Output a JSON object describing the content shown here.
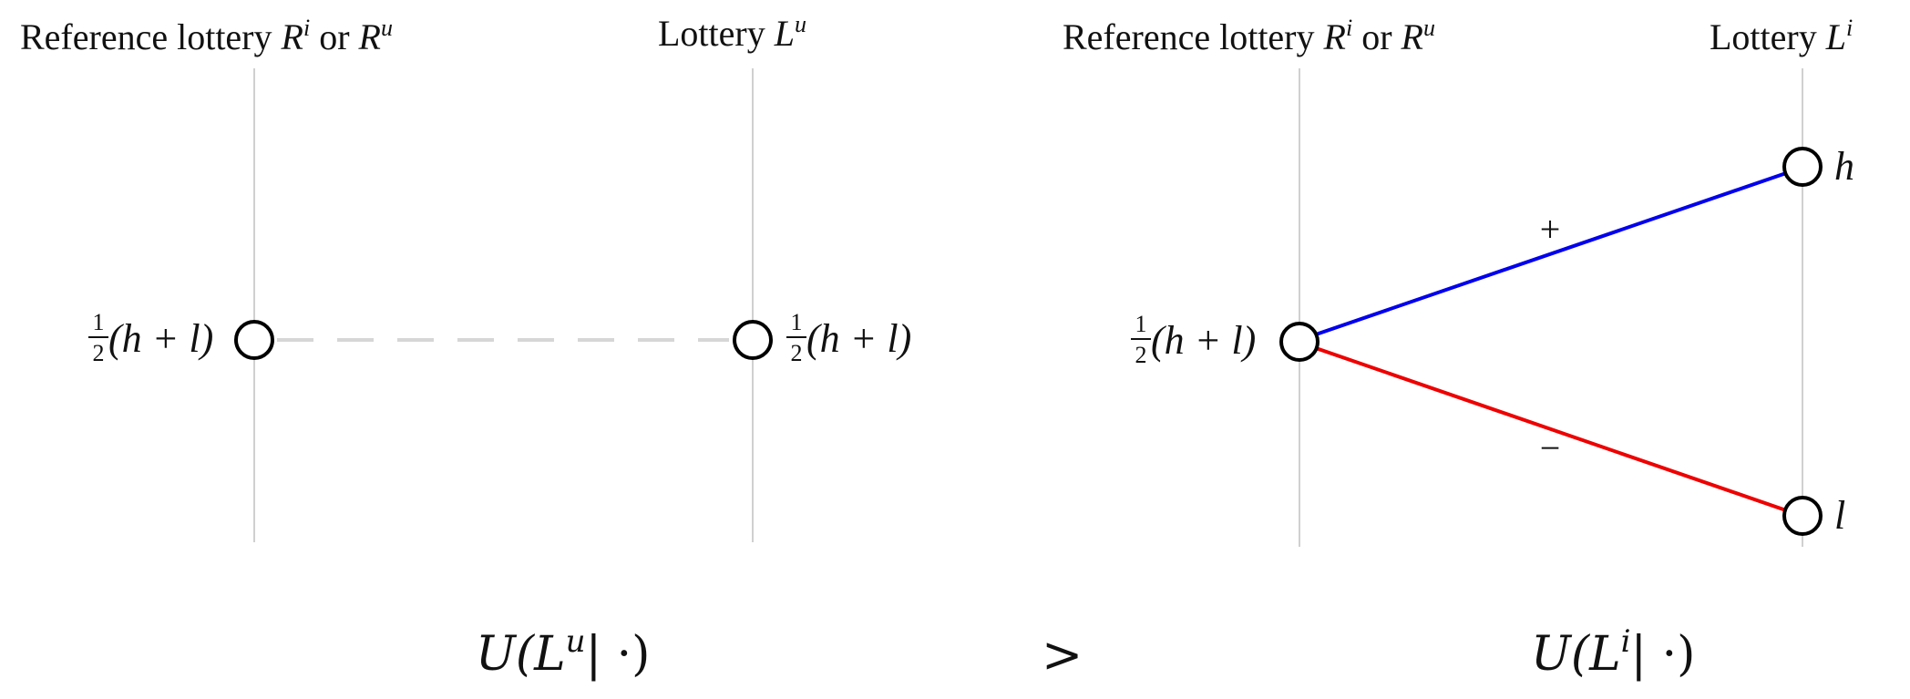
{
  "left_panel": {
    "reference_title": {
      "prefix": "Reference lottery ",
      "r1": "R",
      "r1_sup": "i",
      "or_word": " or ",
      "r2": "R",
      "r2_sup": "u"
    },
    "lottery_title": {
      "prefix": "Lottery ",
      "var": "L",
      "sup": "u"
    },
    "node_label_left": {
      "num": "1",
      "den": "2",
      "expr": "(h + l)"
    },
    "node_label_right": {
      "num": "1",
      "den": "2",
      "expr": "(h + l)"
    },
    "utility": {
      "prefix": "U(",
      "var": "L",
      "sup": "u",
      "suffix": "| ·)"
    }
  },
  "comparison": ">",
  "right_panel": {
    "reference_title": {
      "prefix": "Reference lottery ",
      "r1": "R",
      "r1_sup": "i",
      "or_word": " or ",
      "r2": "R",
      "r2_sup": "u"
    },
    "lottery_title": {
      "prefix": "Lottery ",
      "var": "L",
      "sup": "i"
    },
    "node_label_ref": {
      "num": "1",
      "den": "2",
      "expr": "(h + l)"
    },
    "outcome_high": "h",
    "outcome_low": "l",
    "gain_sign": "+",
    "loss_sign": "−",
    "utility": {
      "prefix": "U(",
      "var": "L",
      "sup": "i",
      "suffix": "| ·)"
    }
  },
  "colors": {
    "axis": "#d0d0d0",
    "dashed": "#d6d6d6",
    "gain": "#0000ee",
    "loss": "#ee0000",
    "node_stroke": "#000000"
  }
}
